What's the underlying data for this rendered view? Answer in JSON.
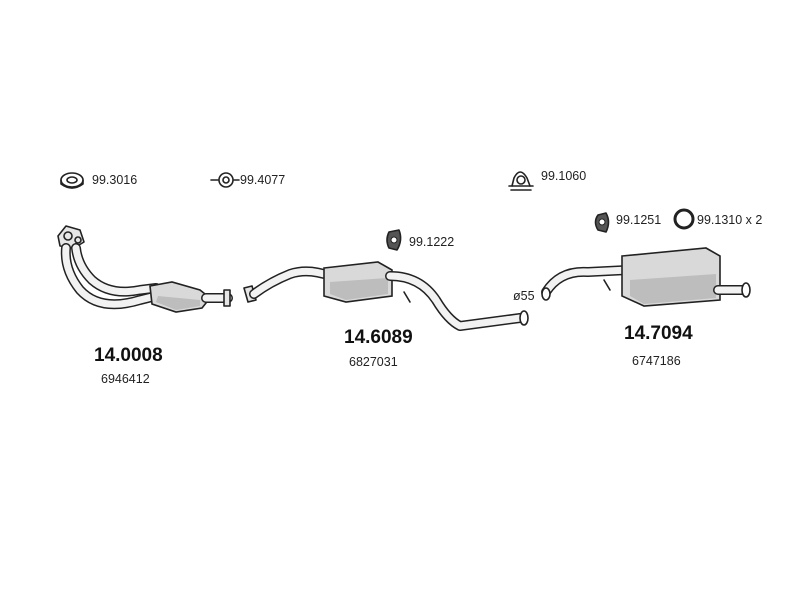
{
  "accessories": {
    "a1": {
      "code": "99.3016",
      "icon": "gasket-ring-icon"
    },
    "a2": {
      "code": "99.4077",
      "icon": "sealing-ring-icon"
    },
    "a3": {
      "code": "99.1060",
      "icon": "pipe-clamp-icon"
    },
    "a4": {
      "code": "99.1222",
      "icon": "rubber-hanger-icon"
    },
    "a5": {
      "code": "99.1251",
      "icon": "rubber-mount-icon"
    },
    "a6": {
      "code": "99.1310 x 2",
      "icon": "rubber-ring-icon"
    }
  },
  "parts": {
    "catalyst": {
      "part_number": "14.0008",
      "oem_number": "6946412"
    },
    "center_silencer": {
      "part_number": "14.6089",
      "oem_number": "6827031"
    },
    "rear_silencer": {
      "part_number": "14.7094",
      "oem_number": "6747186"
    }
  },
  "dimensions": {
    "pipe_diameter": "ø55"
  },
  "colors": {
    "line": "#222222",
    "body": "#d9d9d9",
    "shade": "#bdbdbd",
    "background": "#ffffff"
  }
}
